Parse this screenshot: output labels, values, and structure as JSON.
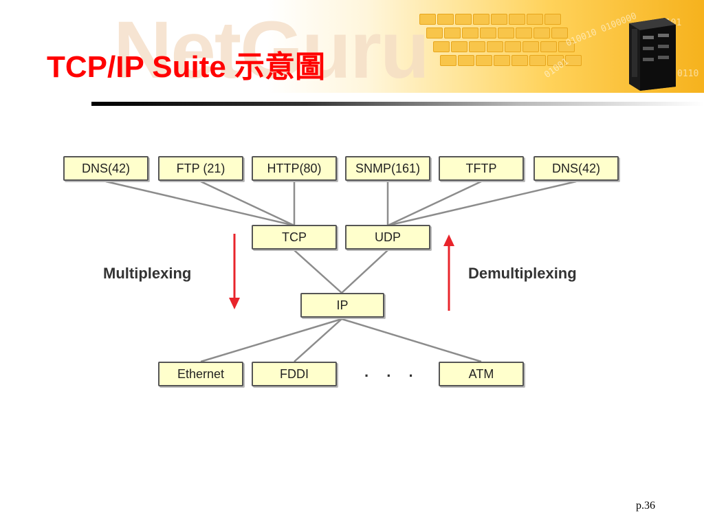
{
  "slide": {
    "title": "TCP/IP Suite 示意圖",
    "page_number": "p.36"
  },
  "banner": {
    "watermark_text": "NetGuru",
    "binary_strings": [
      "010010 0100000",
      "0101",
      "01001",
      "0110"
    ]
  },
  "diagram": {
    "application_layer": [
      "DNS(42)",
      "FTP (21)",
      "HTTP(80)",
      "SNMP(161)",
      "TFTP",
      "DNS(42)"
    ],
    "transport_layer": [
      "TCP",
      "UDP"
    ],
    "network_layer": "IP",
    "link_layer": [
      "Ethernet",
      "FDDI",
      "ATM"
    ],
    "ellipsis": ". . .",
    "multiplexing_label": "Multiplexing",
    "demultiplexing_label": "Demultiplexing",
    "arrow_color": "#e8242b",
    "box_fill": "#ffffcc"
  }
}
